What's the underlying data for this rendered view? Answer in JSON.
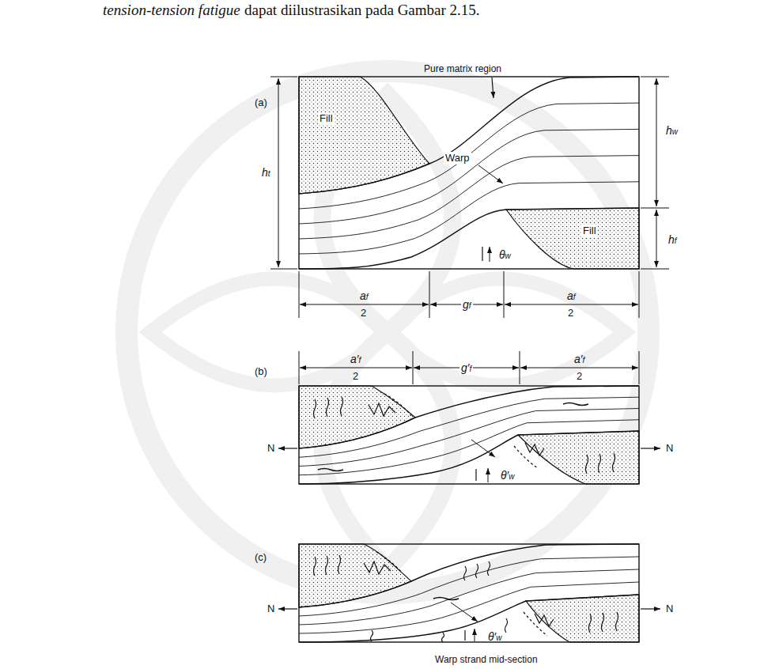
{
  "diagram": {
    "labels": [
      "tension-tension fatigue",
      "dapat diilustrasikan pada Gambar 2.15.",
      "(a)",
      "Pure matrix region",
      "Fill",
      "Warp",
      "Fill",
      "ht",
      "hw",
      "hf",
      "θw",
      "af",
      "2",
      "gf",
      "af",
      "2",
      "(b)",
      "a′f",
      "2",
      "g′f",
      "a′f",
      "2",
      "N",
      "N",
      "θ′w",
      "(c)",
      "N",
      "N",
      "θ′w",
      "Warp strand mid-section"
    ]
  }
}
